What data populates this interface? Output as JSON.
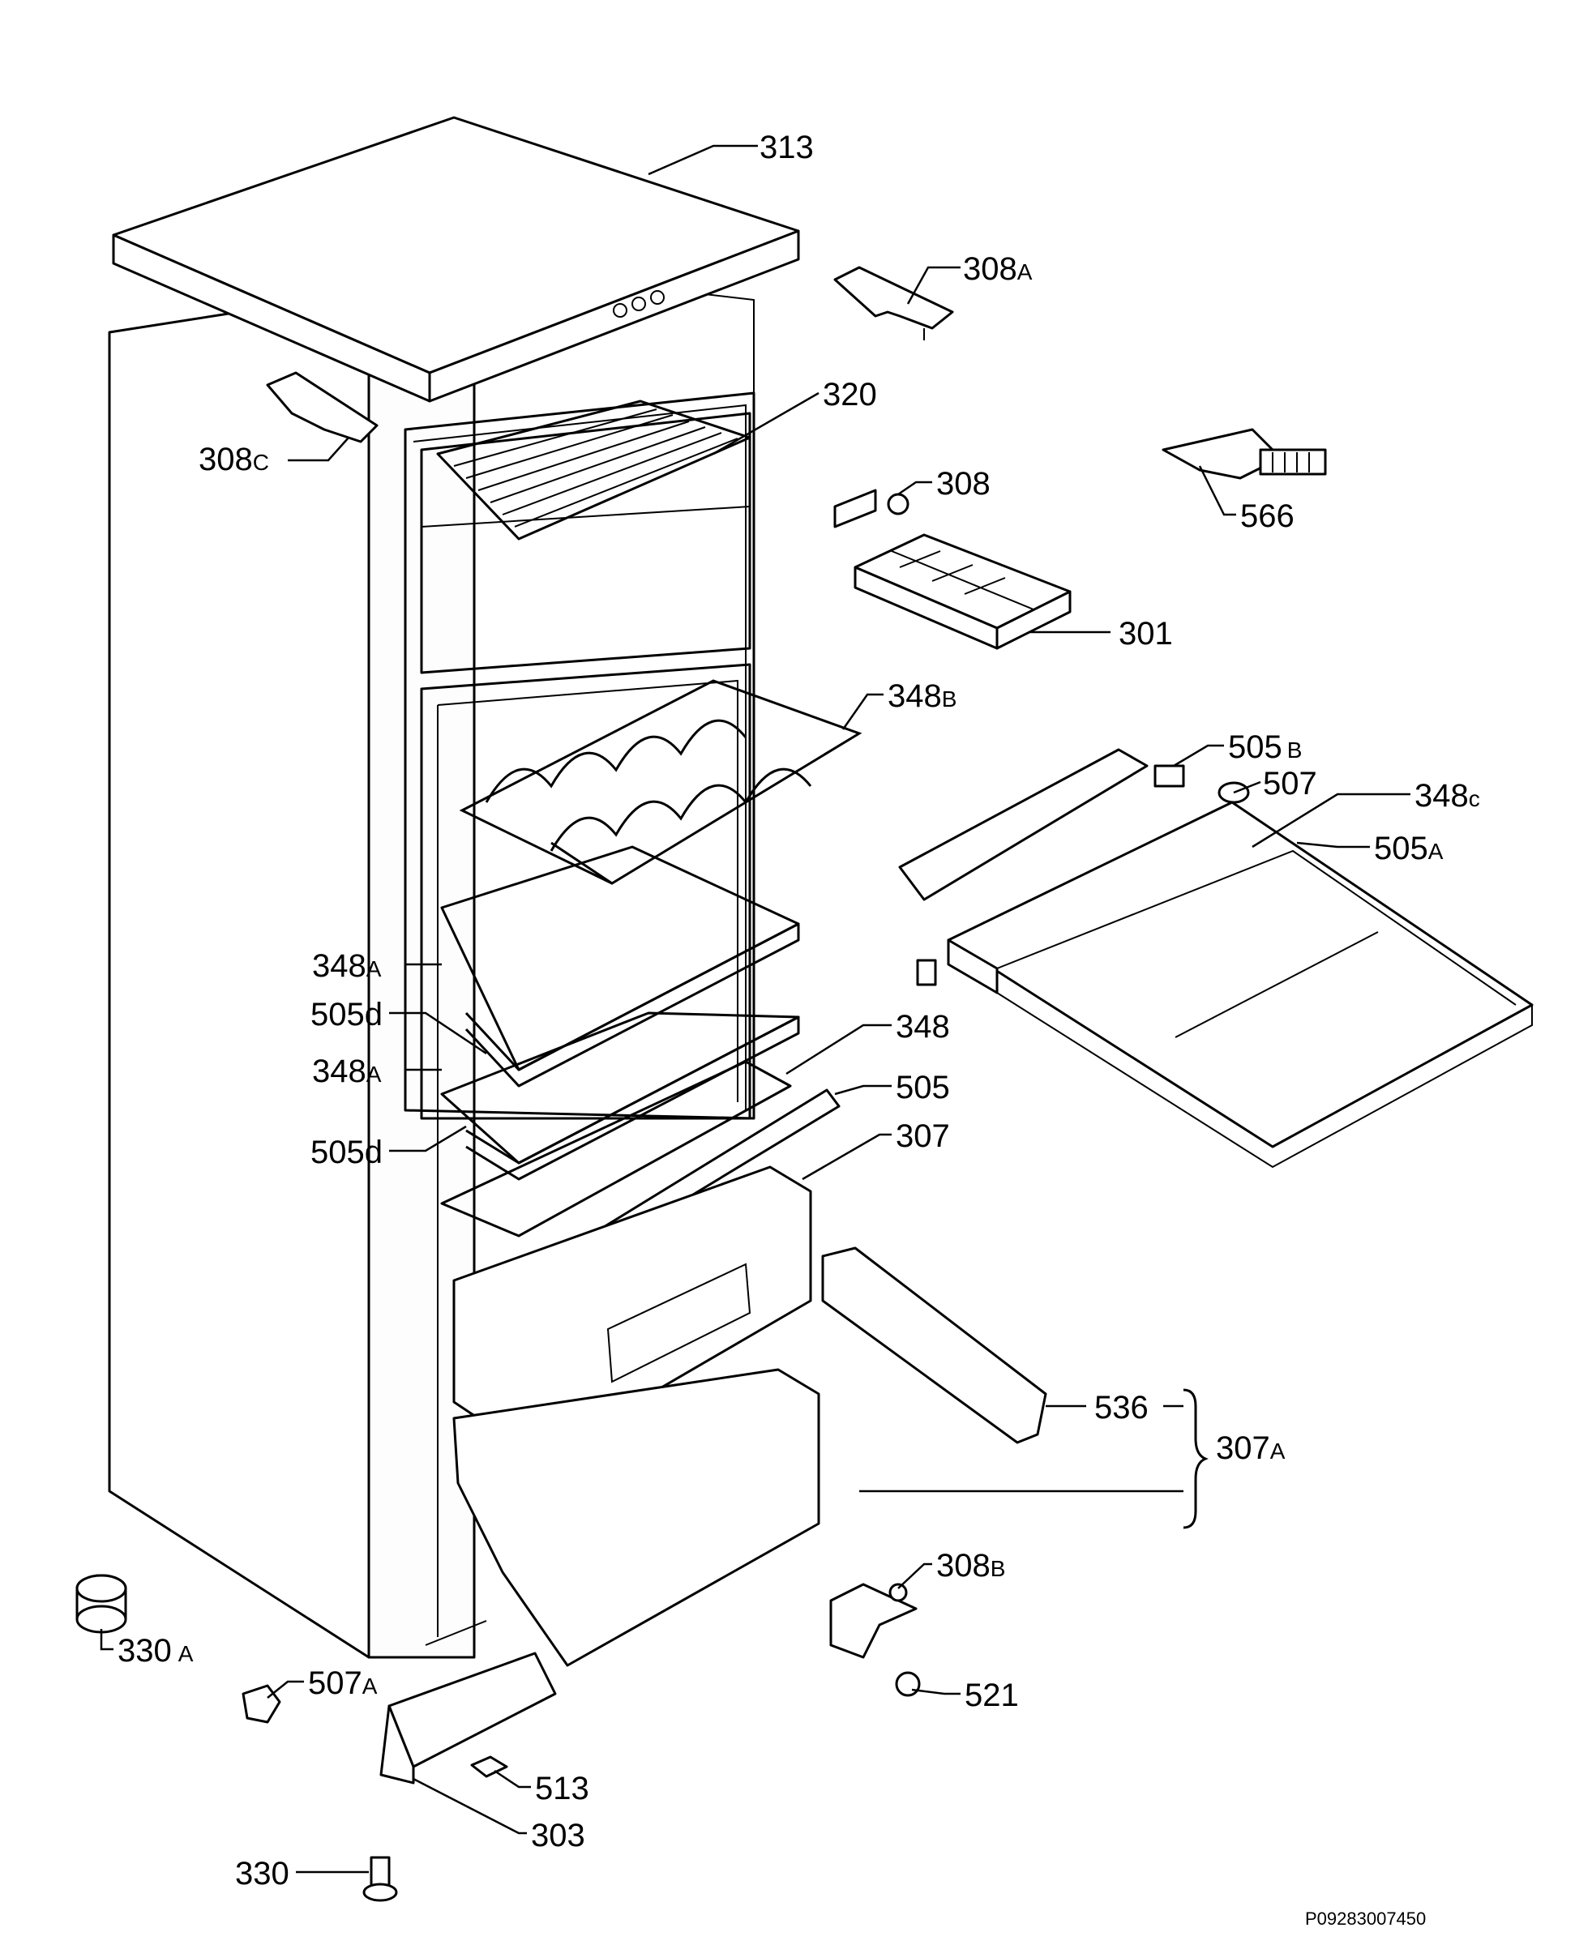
{
  "labels": {
    "l313": "313",
    "l308a": {
      "num": "308",
      "sfx": "A"
    },
    "l320": "320",
    "l308c": {
      "num": "308",
      "sfx": "C"
    },
    "l308": "308",
    "l566": "566",
    "l301": "301",
    "l348b": {
      "num": "348",
      "sfx": "B"
    },
    "l505b": {
      "num": "505",
      "sfx": "B"
    },
    "l507": "507",
    "l348c": {
      "num": "348",
      "sfx": "c"
    },
    "l505a": {
      "num": "505",
      "sfx": "A"
    },
    "l348a1": {
      "num": "348",
      "sfx": "A"
    },
    "l505d1": "505d",
    "l348": "348",
    "l348a2": {
      "num": "348",
      "sfx": "A"
    },
    "l505": "505",
    "l505d2": "505d",
    "l307": "307",
    "l536": "536",
    "l307a": {
      "num": "307",
      "sfx": "A"
    },
    "l308b": {
      "num": "308",
      "sfx": "B"
    },
    "l330a": {
      "num": "330",
      "sfx": "A"
    },
    "l507a": {
      "num": "507",
      "sfx": "A"
    },
    "l521": "521",
    "l513": "513",
    "l303": "303",
    "l330": "330"
  },
  "drawing_code": "P09283007450"
}
